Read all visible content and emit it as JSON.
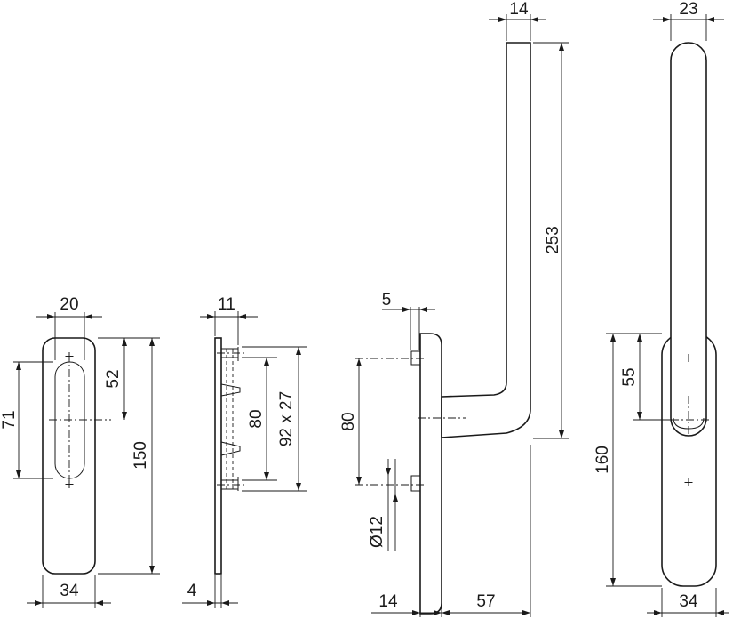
{
  "drawing": {
    "views": [
      {
        "id": "cover-plate-front",
        "dimensions": {
          "keyhole_width": "20",
          "plate_width": "34",
          "center_to_top": "52",
          "fixing_spacing": "71",
          "plate_height": "150"
        }
      },
      {
        "id": "cover-plate-side",
        "dimensions": {
          "depth": "11",
          "plate_thickness": "4",
          "spindle_spacing": "80",
          "bolt_spec": "92 x 27"
        }
      },
      {
        "id": "handle-side",
        "dimensions": {
          "offset": "5",
          "screw_spacing": "80",
          "screw_diameter": "Ø12",
          "rose_depth": "14",
          "projection": "57",
          "grip_width": "14",
          "handle_length": "253"
        }
      },
      {
        "id": "handle-front",
        "dimensions": {
          "grip_width": "23",
          "rose_width": "34",
          "grip_to_centre": "55",
          "rose_length": "160"
        }
      }
    ]
  }
}
